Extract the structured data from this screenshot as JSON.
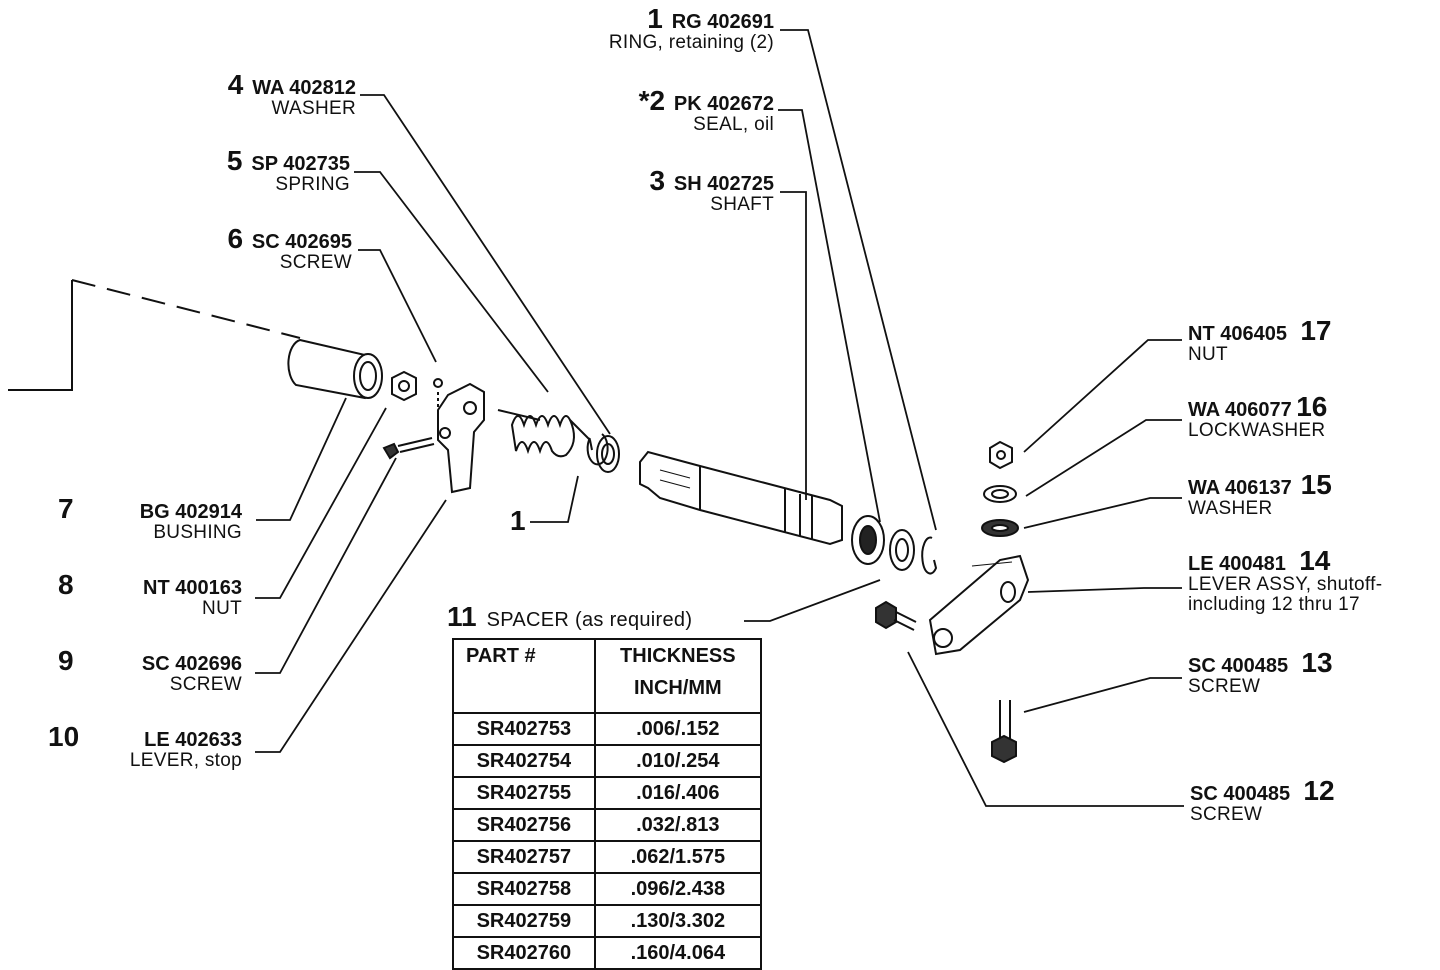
{
  "callouts": [
    {
      "id": "c1",
      "num": "1",
      "code": "RG 402691",
      "desc": "RING, retaining (2)"
    },
    {
      "id": "c2",
      "num": "*2",
      "code": "PK 402672",
      "desc": "SEAL, oil"
    },
    {
      "id": "c3",
      "num": "3",
      "code": "SH 402725",
      "desc": "SHAFT"
    },
    {
      "id": "c4",
      "num": "4",
      "code": "WA 402812",
      "desc": "WASHER"
    },
    {
      "id": "c5",
      "num": "5",
      "code": "SP 402735",
      "desc": "SPRING"
    },
    {
      "id": "c6",
      "num": "6",
      "code": "SC 402695",
      "desc": "SCREW"
    },
    {
      "id": "c7",
      "num": "7",
      "code": "BG 402914",
      "desc": "BUSHING"
    },
    {
      "id": "c8",
      "num": "8",
      "code": "NT 400163",
      "desc": "NUT"
    },
    {
      "id": "c9",
      "num": "9",
      "code": "SC 402696",
      "desc": "SCREW"
    },
    {
      "id": "c10",
      "num": "10",
      "code": "LE 402633",
      "desc": "LEVER, stop"
    },
    {
      "id": "c17",
      "num": "17",
      "code": "NT 406405",
      "desc": "NUT"
    },
    {
      "id": "c16",
      "num": "16",
      "code": "WA 406077",
      "desc": "LOCKWASHER"
    },
    {
      "id": "c15",
      "num": "15",
      "code": "WA 406137",
      "desc": "WASHER"
    },
    {
      "id": "c14",
      "num": "14",
      "code": "LE 400481",
      "desc": "LEVER ASSY, shutoff-",
      "desc2": "including 12 thru 17"
    },
    {
      "id": "c13",
      "num": "13",
      "code": "SC 400485",
      "desc": "SCREW"
    },
    {
      "id": "c12",
      "num": "12",
      "code": "SC 400485",
      "desc": "SCREW"
    }
  ],
  "ring_secondary_label": "1",
  "spacer": {
    "num": "11",
    "desc": "SPACER (as required)",
    "headers": {
      "part": "PART #",
      "thickness_line1": "THICKNESS",
      "thickness_line2": "INCH/MM"
    },
    "rows": [
      {
        "part": "SR402753",
        "thickness": ".006/.152"
      },
      {
        "part": "SR402754",
        "thickness": ".010/.254"
      },
      {
        "part": "SR402755",
        "thickness": ".016/.406"
      },
      {
        "part": "SR402756",
        "thickness": ".032/.813"
      },
      {
        "part": "SR402757",
        "thickness": ".062/1.575"
      },
      {
        "part": "SR402758",
        "thickness": ".096/2.438"
      },
      {
        "part": "SR402759",
        "thickness": ".130/3.302"
      },
      {
        "part": "SR402760",
        "thickness": ".160/4.064"
      }
    ]
  }
}
